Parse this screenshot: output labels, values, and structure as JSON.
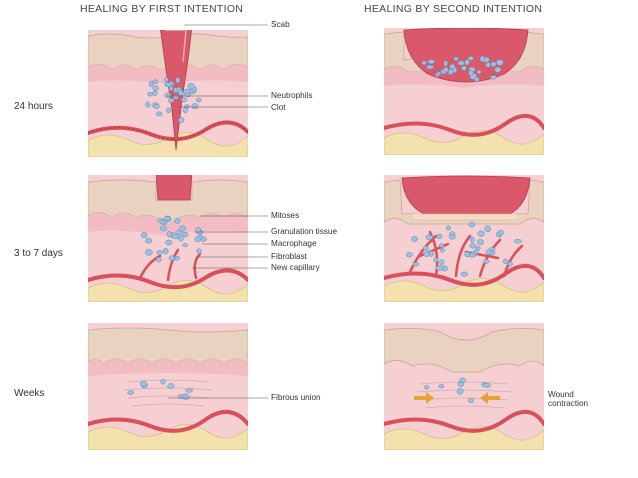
{
  "column_titles": {
    "first": "HEALING BY FIRST INTENTION",
    "second": "HEALING BY SECOND INTENTION"
  },
  "row_labels": [
    "24 hours",
    "3 to 7 days",
    "Weeks"
  ],
  "labels": {
    "scab": "Scab",
    "neutrophils": "Neutrophils",
    "clot": "Clot",
    "mitoses": "Mitoses",
    "granulation_tissue": "Granulation tissue",
    "macrophage": "Macrophage",
    "fibroblast": "Fibroblast",
    "new_capillary": "New capillary",
    "fibrous_union": "Fibrous union",
    "wound_contraction_1": "Wound",
    "wound_contraction_2": "contraction"
  },
  "colors": {
    "epidermis": "#ead2c0",
    "epidermis_edge": "#c9a98f",
    "dermis": "#f6cfd2",
    "papillary": "#f2bcc2",
    "fat": "#f3e2ad",
    "vessel": "#d8505a",
    "scab": "#d9596a",
    "cell": "#9dbfe0",
    "cell_edge": "#5b86b8",
    "arrow": "#e8a23a"
  }
}
